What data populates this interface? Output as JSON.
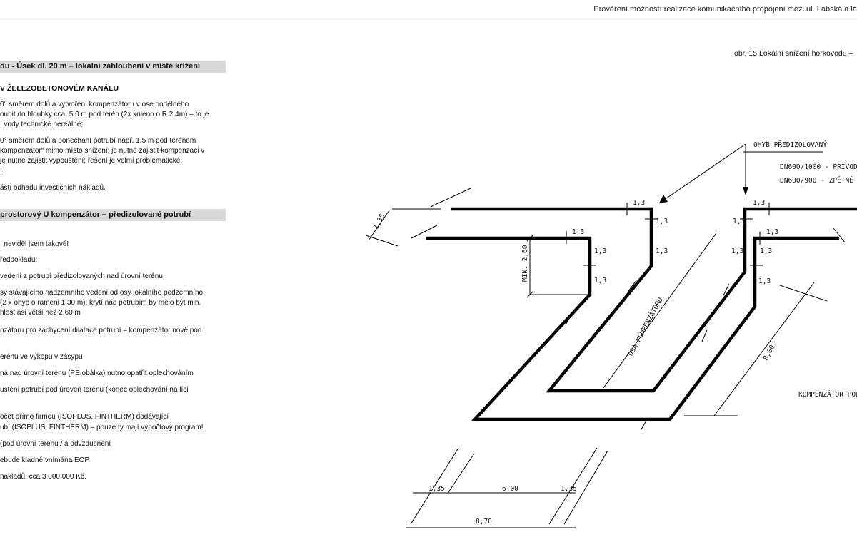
{
  "header": {
    "title": "Prověření možností realizace komunikačního propojení mezi ul. Labská a lá"
  },
  "left": {
    "section1_bar": "du - Úsek dl. 20 m – lokální zahloubení v místě křížení",
    "kanal_heading": "V ŽELEZOBETONOVÉM KANÁLU",
    "p1_l1": "0° směrem dolů a vytvoření kompenzátoru v ose podélného",
    "p1_l2": "oubit do hloubky cca. 5,0 m pod terén (2x koleno o R 2,4m) – to je",
    "p1_l3": "í vody technické nereálné;",
    "p2_l1": "0° směrem dolů a ponechání potrubí např. 1,5 m pod terénem",
    "p2_l2": "kompenzátor“ mimo místo snížení; je nutné zajistit kompenzaci v",
    "p2_l3": "je nutné  zajistit vypouštění; řešení je velmi problematické,",
    "p2_l4": ";",
    "p3": "ástí odhadu investičních nákladů.",
    "section2_bar": "prostorový U kompenzátor – předizolované potrubí",
    "q1": ", neviděl jsem takové!",
    "q2": "ředpokladu:",
    "q3": "vedení z potrubí předizolovaných nad úrovní terénu",
    "q4_l1": "sy stávajícího nadzemního vedení od osy lokálního podzemního",
    "q4_l2": "(2 x ohyb o rameni 1,30 m); krytí nad potrubím by mělo být min.",
    "q4_l3": "hlost asi větší než 2,60 m",
    "q5_l1": "nzátoru pro zachycení dilatace potrubí – kompenzátor nově pod",
    "q6": "erénu ve výkopu v zásypu",
    "q7": "ná nad úrovní terénu (PE obálka) nutno opatřit oplechováním",
    "q8": "ustění potrubí pod úroveň terénu (konec oplechování na líci",
    "q9_l1": "očet přímo firmou (ISOPLUS, FINTHERM) dodávající",
    "q9_l2": "ubí (ISOPLUS, FINTHERM) – pouze ty mají výpočtový program!",
    "q10": "(pod úrovní terénu? a odvzdušnění",
    "q11": "ebude kladně vnímána EOP",
    "q12": "nákladů: cca 3 000 000 Kč."
  },
  "figure": {
    "caption": "obr. 15 Lokální snížení horkovodu –",
    "label_bend": "OHYB PŘEDIZOLOVANÝ",
    "label_supply": "DN600/1000 - PŘÍVODNÍ POT",
    "label_return": "DN600/900  - ZPĚTNÉ POTRU",
    "label_axis": "OSA KOMPENZÁTORU",
    "label_min": "MIN. 2,60",
    "label_comp_under": "KOMPENZÁTOR POD T",
    "dim_135": "1,35",
    "dim_13": "1,3",
    "dim_600": "6,00",
    "dim_800": "8,00",
    "dim_870": "8,70"
  }
}
